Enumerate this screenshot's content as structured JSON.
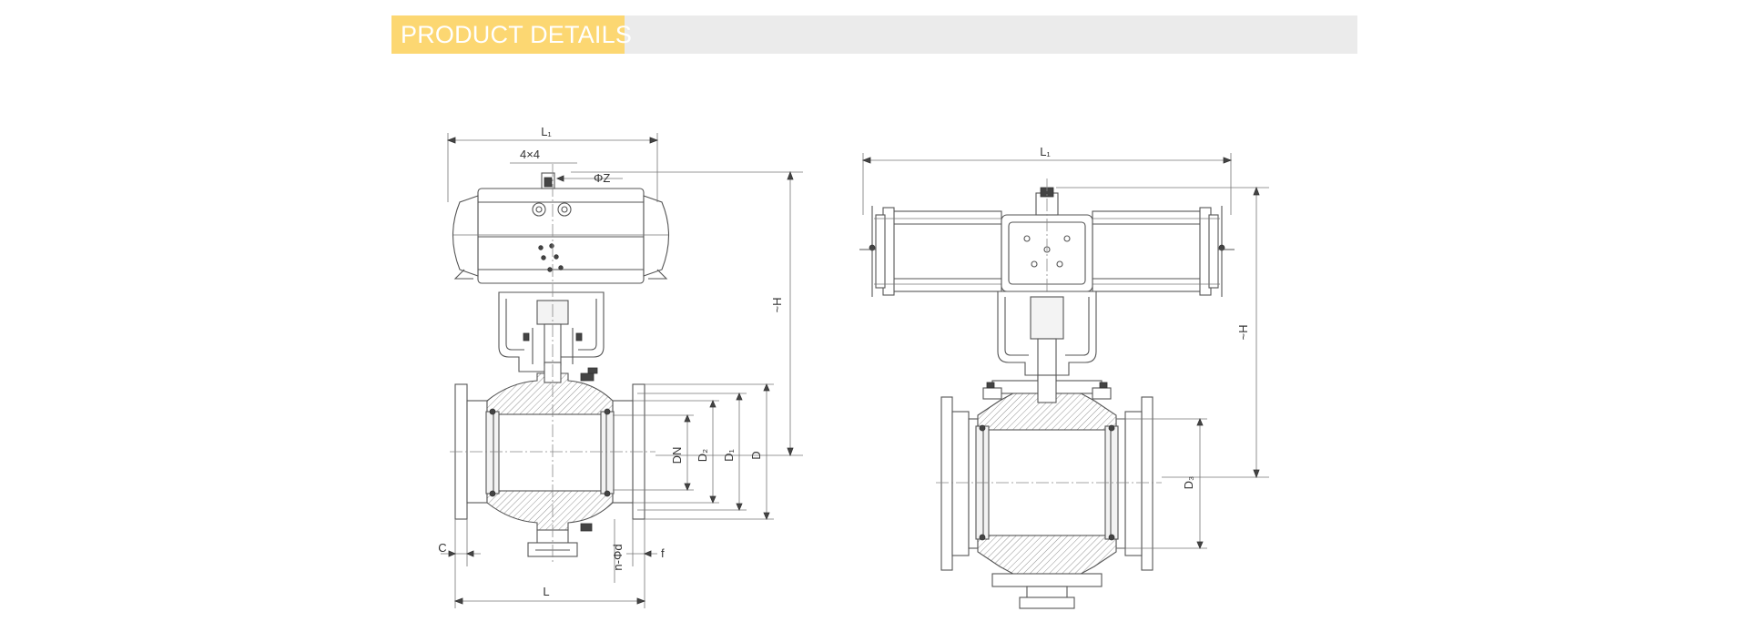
{
  "header": {
    "title": "PRODUCT DETAILS",
    "bar_color": "#ebebeb",
    "tag_color": "#fcd772"
  },
  "diagram": {
    "left_view": {
      "labels": {
        "L1": "L₁",
        "square": "4×4",
        "phiZ": "ΦZ",
        "H": "~H",
        "DN": "DN",
        "D2": "D₂",
        "D1": "D₁",
        "D": "D",
        "C": "C",
        "nphid": "n-Φd",
        "f": "f",
        "L": "L"
      }
    },
    "right_view": {
      "labels": {
        "L1": "L₁",
        "H": "~H",
        "D3": "D₃"
      }
    }
  }
}
